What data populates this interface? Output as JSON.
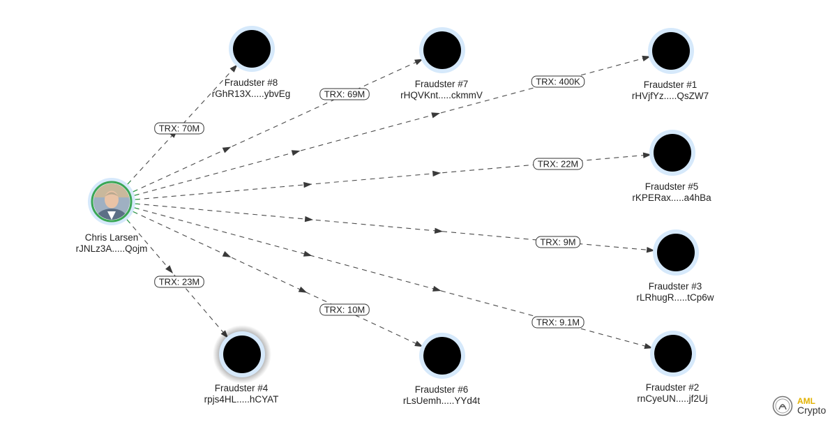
{
  "nodes": [
    {
      "id": "source",
      "name": "Chris Larsen",
      "address": "rJNLz3A.....Qojm",
      "type": "source"
    },
    {
      "id": "f8",
      "name": "Fraudster #8",
      "address": "rGhR13X.....ybvEg",
      "type": "fraudster"
    },
    {
      "id": "f7",
      "name": "Fraudster #7",
      "address": "rHQVKnt.....ckmmV",
      "type": "fraudster"
    },
    {
      "id": "f1",
      "name": "Fraudster #1",
      "address": "rHVjfYz.....QsZW7",
      "type": "fraudster"
    },
    {
      "id": "f5",
      "name": "Fraudster #5",
      "address": "rKPERax.....a4hBa",
      "type": "fraudster"
    },
    {
      "id": "f3",
      "name": "Fraudster #3",
      "address": "rLRhugR.....tCp6w",
      "type": "fraudster"
    },
    {
      "id": "f2",
      "name": "Fraudster #2",
      "address": "rnCyeUN.....jf2Uj",
      "type": "fraudster"
    },
    {
      "id": "f6",
      "name": "Fraudster #6",
      "address": "rLsUemh.....YYd4t",
      "type": "fraudster"
    },
    {
      "id": "f4",
      "name": "Fraudster #4",
      "address": "rpjs4HL.....hCYAT",
      "type": "fraudster"
    }
  ],
  "edges": [
    {
      "from": "source",
      "to": "f8",
      "label": "TRX: 70M"
    },
    {
      "from": "source",
      "to": "f7",
      "label": "TRX: 69M"
    },
    {
      "from": "source",
      "to": "f1",
      "label": "TRX: 400K"
    },
    {
      "from": "source",
      "to": "f5",
      "label": "TRX: 22M"
    },
    {
      "from": "source",
      "to": "f3",
      "label": "TRX: 9M"
    },
    {
      "from": "source",
      "to": "f2",
      "label": "TRX: 9.1M"
    },
    {
      "from": "source",
      "to": "f6",
      "label": "TRX: 10M"
    },
    {
      "from": "source",
      "to": "f4",
      "label": "TRX: 23M"
    }
  ],
  "brand": {
    "top": "AML",
    "bottom": "Crypto"
  },
  "colors": {
    "node_core": "#000000",
    "node_halo": "#d6e9fb",
    "source_ring": "#3aa655",
    "edge": "#4a4a4a",
    "brand_accent": "#e2b100"
  }
}
